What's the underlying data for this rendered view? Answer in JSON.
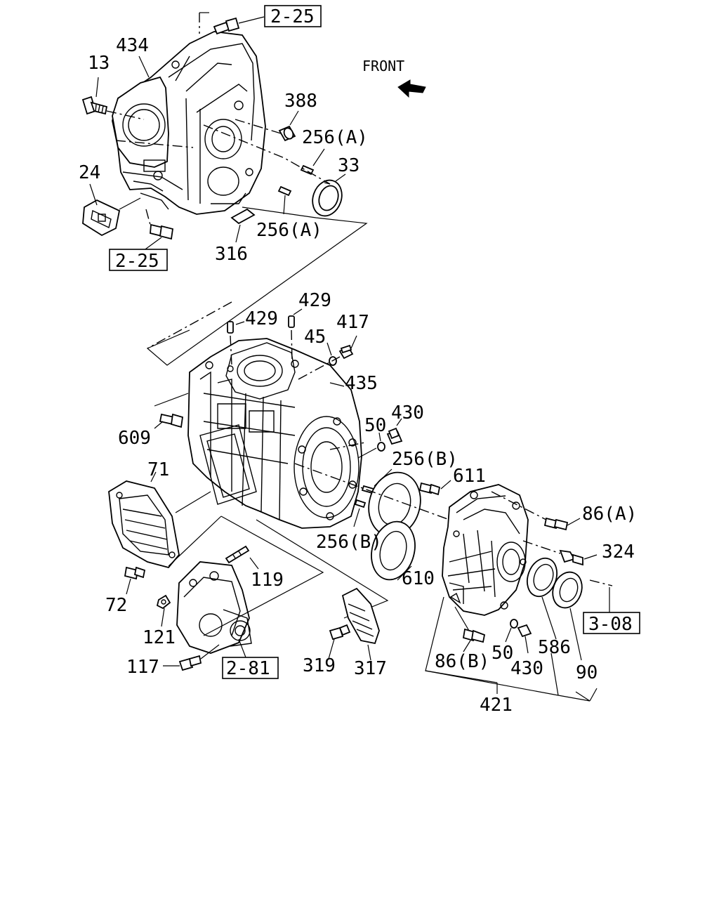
{
  "diagram": {
    "front_label": "FRONT",
    "refs": {
      "ref_top": "2-25",
      "ref_mid_left": "2-25",
      "ref_281": "2-81",
      "ref_308": "3-08"
    },
    "labels": {
      "p434": "434",
      "p13": "13",
      "p24": "24",
      "p388": "388",
      "p256a_1": "256(A)",
      "p33": "33",
      "p256a_2": "256(A)",
      "p316": "316",
      "p429_1": "429",
      "p429_2": "429",
      "p45": "45",
      "p417": "417",
      "p435": "435",
      "p609": "609",
      "p430_1": "430",
      "p50_1": "50",
      "p256b_1": "256(B)",
      "p611": "611",
      "p71": "71",
      "p86a": "86(A)",
      "p324": "324",
      "p256b_2": "256(B)",
      "p610": "610",
      "p119": "119",
      "p72": "72",
      "p121": "121",
      "p117": "117",
      "p319": "319",
      "p317": "317",
      "p86b": "86(B)",
      "p50_2": "50",
      "p430_2": "430",
      "p586": "586",
      "p90": "90",
      "p421": "421"
    }
  }
}
